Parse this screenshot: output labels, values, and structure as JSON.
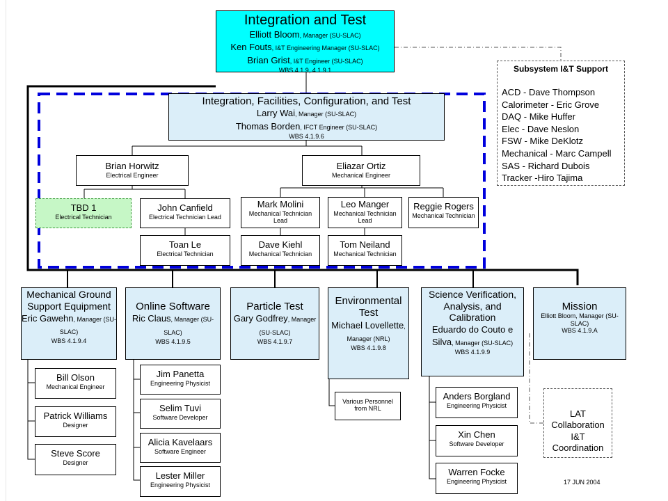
{
  "top": {
    "title": "Integration and Test",
    "people": [
      {
        "name": "Elliott Bloom",
        "role": ", Manager (SU-SLAC)"
      },
      {
        "name": "Ken Fouts",
        "role": ", I&T Engineering Manager (SU-SLAC)"
      },
      {
        "name": "Brian Grist",
        "role": ", I&T Engineer (SU-SLAC)"
      }
    ],
    "wbs": "WBS 4.1.9, 4.1.9.1"
  },
  "ifct": {
    "title": "Integration, Facilities, Configuration, and Test",
    "people": [
      {
        "name": "Larry Wai",
        "role": ", Manager (SU-SLAC)"
      },
      {
        "name": "Thomas Borden",
        "role": ", IFCT Engineer (SU-SLAC)"
      }
    ],
    "wbs": "WBS 4.1.9.6"
  },
  "ifct_team": {
    "horwitz": {
      "name": "Brian Horwitz",
      "role": "Electrical Engineer"
    },
    "ortiz": {
      "name": "Eliazar Ortiz",
      "role": "Mechanical Engineer"
    },
    "tbd": {
      "name": "TBD 1",
      "role": "Electrical Technician"
    },
    "canfield": {
      "name": "John Canfield",
      "role": "Electrical Technician Lead"
    },
    "toan": {
      "name": "Toan Le",
      "role": "Electrical Technician"
    },
    "molini": {
      "name": "Mark Molini",
      "role": "Mechanical Technician Lead"
    },
    "manger": {
      "name": "Leo Manger",
      "role": "Mechanical Technician Lead"
    },
    "rogers": {
      "name": "Reggie Rogers",
      "role": "Mechanical Technician"
    },
    "kiehl": {
      "name": "Dave Kiehl",
      "role": "Mechanical Technician"
    },
    "neiland": {
      "name": "Tom Neiland",
      "role": "Mechanical Technician"
    }
  },
  "support": {
    "title": "Subsystem I&T Support",
    "items": [
      "ACD - Dave Thompson",
      "Calorimeter - Eric Grove",
      "DAQ - Mike Huffer",
      "Elec - Dave Neslon",
      "FSW - Mike DeKlotz",
      "Mechanical - Marc Campell",
      "SAS - Richard Dubois",
      "Tracker -Hiro Tajima"
    ]
  },
  "mgse": {
    "title": "Mechanical Ground Support Equipment",
    "name": "Eric Gawehn",
    "role": ", Manager (SU-SLAC)",
    "wbs": "WBS 4.1.9.4",
    "reports": [
      {
        "name": "Bill Olson",
        "role": "Mechanical Engineer"
      },
      {
        "name": "Patrick Williams",
        "role": "Designer"
      },
      {
        "name": "Steve Score",
        "role": "Designer"
      }
    ]
  },
  "online": {
    "title": "Online Software",
    "name": "Ric Claus",
    "role": ", Manager (SU-SLAC)",
    "wbs": "WBS 4.1.9.5",
    "reports": [
      {
        "name": "Jim Panetta",
        "role": "Engineering Physicist"
      },
      {
        "name": "Selim Tuvi",
        "role": "Software Developer"
      },
      {
        "name": "Alicia Kavelaars",
        "role": "Software Engineer"
      },
      {
        "name": "Lester Miller",
        "role": "Engineering Physicist"
      }
    ]
  },
  "particle": {
    "title": "Particle Test",
    "name": "Gary Godfrey",
    "role": ", Manager (SU-SLAC)",
    "wbs": "WBS 4.1.9.7"
  },
  "env": {
    "title": "Environmental Test",
    "name": "Michael Lovellette",
    "role": ", Manager (NRL)",
    "wbs": "WBS 4.1.9.8",
    "reports_text": "Various Personnel from NRL"
  },
  "sci": {
    "title": "Science Verification, Analysis, and Calibration",
    "name": "Eduardo do Couto e Silva",
    "role": ", Manager (SU-SLAC)",
    "wbs": "WBS 4.1.9.9",
    "reports": [
      {
        "name": "Anders Borgland",
        "role": "Engineering Physicist"
      },
      {
        "name": "Xin Chen",
        "role": "Software Developer"
      },
      {
        "name": "Warren Focke",
        "role": "Engineering Physicist"
      }
    ]
  },
  "mission": {
    "title": "Mission",
    "detail": "Elliott Bloom, Manager (SU-SLAC)",
    "wbs": "WBS 4.1.9.A"
  },
  "lat": {
    "text": "LAT Collaboration I&T Coordination"
  },
  "date": "17 JUN 2004",
  "colors": {
    "top": "#00ffff",
    "blue_box": "#dbeef9",
    "tbd": "#c6f7c6",
    "dashed_frame": "#0000dd"
  }
}
